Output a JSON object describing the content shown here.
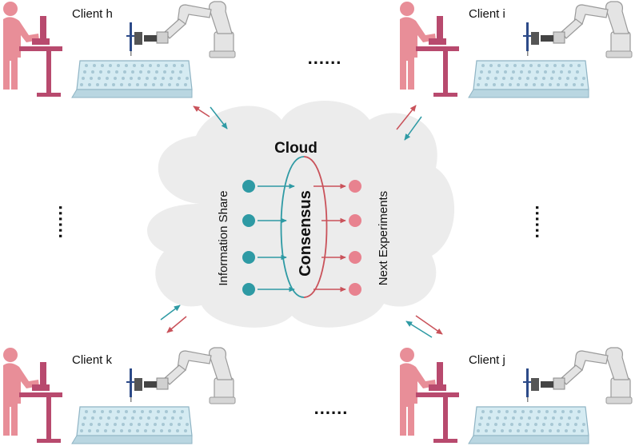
{
  "clients": {
    "top_left": "Client h",
    "top_right": "Client i",
    "bottom_left": "Client k",
    "bottom_right": "Client j"
  },
  "cloud": {
    "title": "Cloud",
    "left_label": "Information Share",
    "center_label": "Consensus",
    "right_label": "Next Experiments"
  },
  "ellipsis": {
    "top": "......",
    "bottom": "......",
    "left": "......",
    "right": "......"
  },
  "colors": {
    "teal": "#2e9aa4",
    "pink": "#e8828f",
    "red": "#c9525a",
    "cloud": "#ececec",
    "person": "#e88e98",
    "desk": "#b84a6e",
    "plate": "#d5ebf2",
    "robot": "#e4e4e4"
  },
  "icons": {
    "person": "person-at-desk-icon",
    "robot": "robot-arm-icon",
    "plate": "well-plate-icon",
    "cloud": "cloud-icon"
  }
}
